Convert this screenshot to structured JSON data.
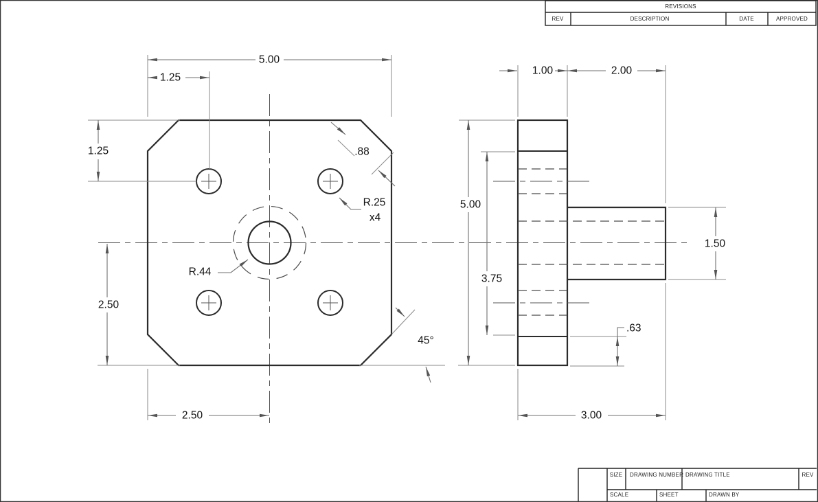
{
  "revisions_table": {
    "title": "REVISIONS",
    "columns": [
      "REV",
      "DESCRIPTION",
      "DATE",
      "APPROVED"
    ]
  },
  "title_block": {
    "size_label": "SIZE",
    "drawing_number_label": "DRAWING NUMBER",
    "drawing_title_label": "DRAWING TITLE",
    "rev_label": "REV",
    "scale_label": "SCALE",
    "sheet_label": "SHEET",
    "drawn_by_label": "DRAWN BY"
  },
  "front_view": {
    "overall_width": "5.00",
    "hole_offset_x": "1.25",
    "hole_offset_y": "1.25",
    "center_offset_y": "2.50",
    "center_offset_x": "2.50",
    "chamfer_length": ".88",
    "hole_radius": "R.25",
    "hole_count": "x4",
    "center_hole_radius": "R.44",
    "chamfer_angle": "45°"
  },
  "side_view": {
    "plate_thickness": "1.00",
    "boss_length": "2.00",
    "overall_height": "5.00",
    "between_chamfers": "3.75",
    "boss_diameter": "1.50",
    "chamfer_height": ".63",
    "total_depth": "3.00"
  },
  "colors": {
    "line": "#2b2b2b",
    "dimension": "#6f6f6f",
    "background": "#ffffff"
  }
}
